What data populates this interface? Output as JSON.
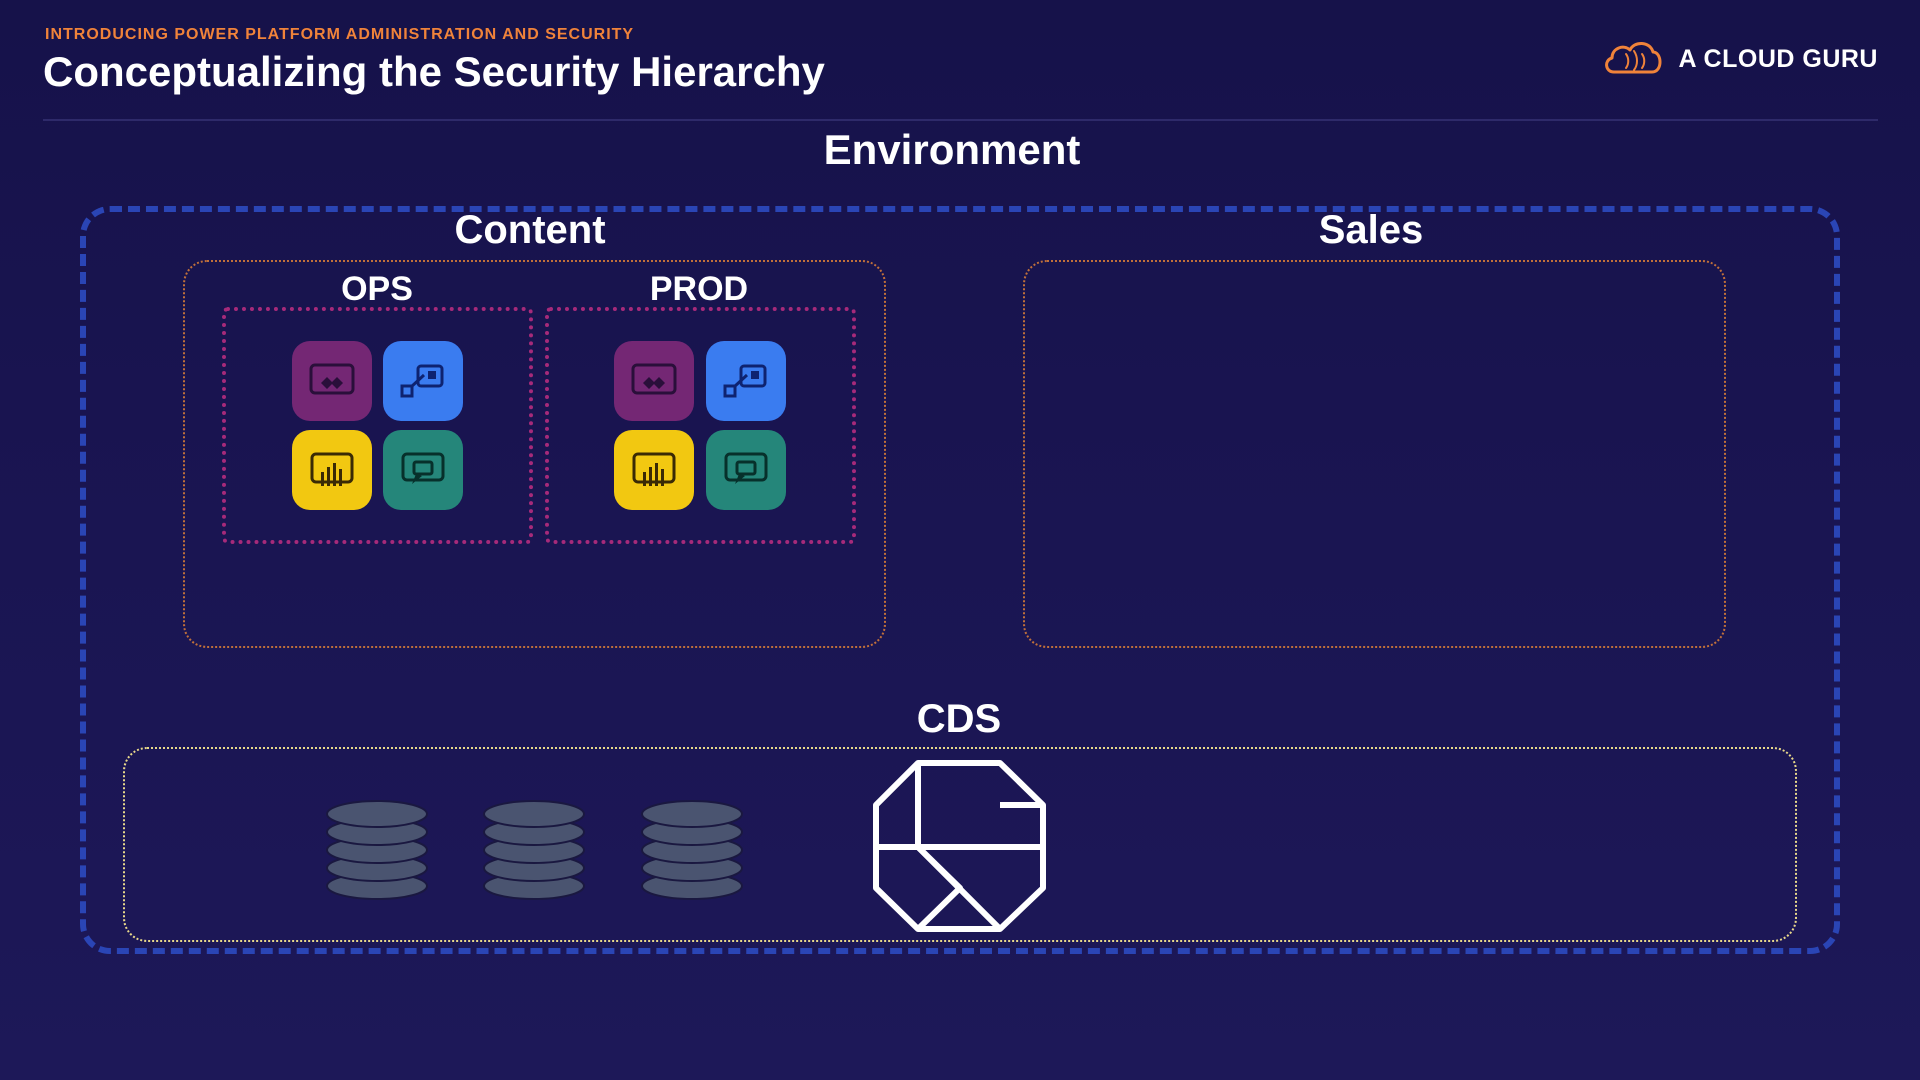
{
  "header": {
    "eyebrow": "INTRODUCING POWER PLATFORM ADMINISTRATION AND SECURITY",
    "title": "Conceptualizing the Security Hierarchy",
    "brand": "A CLOUD GURU",
    "brand_icon": "cloud-logo-icon"
  },
  "diagram": {
    "environment_label": "Environment",
    "content_label": "Content",
    "sales_label": "Sales",
    "ops_label": "OPS",
    "prod_label": "PROD",
    "cds_label": "CDS",
    "app_icons": [
      "power-apps-icon",
      "power-automate-icon",
      "power-bi-icon",
      "power-virtual-agents-icon"
    ],
    "database_icons": [
      "database-icon",
      "database-icon",
      "database-icon"
    ],
    "cds_icon": "cds-logo-icon"
  },
  "colors": {
    "background": "#1a1552",
    "accent_orange": "#f0833a",
    "environment_border": "#2a45b5",
    "power_apps": "#742774",
    "power_automate": "#3a7cf0",
    "power_bi": "#f2c811",
    "power_virtual_agents": "#25867a"
  }
}
